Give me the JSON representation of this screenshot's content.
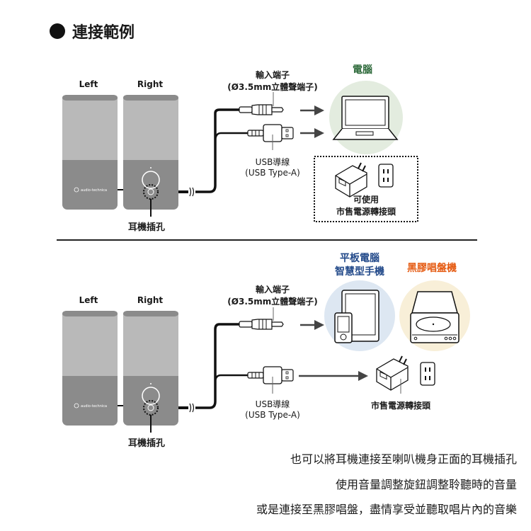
{
  "title": "連接範例",
  "colors": {
    "computer_label": "#2f6b3c",
    "computer_circle": "#e3ecdf",
    "tablet_label": "#234a8a",
    "tablet_circle": "#dde7f2",
    "turntable_label": "#e55a11",
    "turntable_circle": "#f8efd8",
    "speaker_top": "#b9b9b9",
    "speaker_bottom": "#8b8b8b"
  },
  "section1": {
    "left_label": "Left",
    "right_label": "Right",
    "headphone_jack_label": "耳機插孔",
    "input_label_line1": "輸入端子",
    "input_label_line2": "(Ø3.5mm立體聲端子)",
    "usb_label_line1": "USB導線",
    "usb_label_line2": "(USB Type-A)",
    "target_label": "電腦",
    "adapter_note_line1": "可使用",
    "adapter_note_line2": "市售電源轉接頭",
    "brand": "audio-technica"
  },
  "section2": {
    "left_label": "Left",
    "right_label": "Right",
    "headphone_jack_label": "耳機插孔",
    "input_label_line1": "輸入端子",
    "input_label_line2": "(Ø3.5mm立體聲端子)",
    "usb_label_line1": "USB導線",
    "usb_label_line2": "(USB Type-A)",
    "tablet_label_line1": "平板電腦",
    "tablet_label_line2": "智慧型手機",
    "turntable_label": "黑膠唱盤機",
    "adapter_label": "市售電源轉接頭",
    "brand": "audio-technica"
  },
  "captions": [
    "也可以將耳機連接至喇叭機身正面的耳機插孔",
    "使用音量調整旋鈕調整聆聽時的音量",
    "或是連接至黑膠唱盤，盡情享受並聽取唱片內的音樂"
  ]
}
